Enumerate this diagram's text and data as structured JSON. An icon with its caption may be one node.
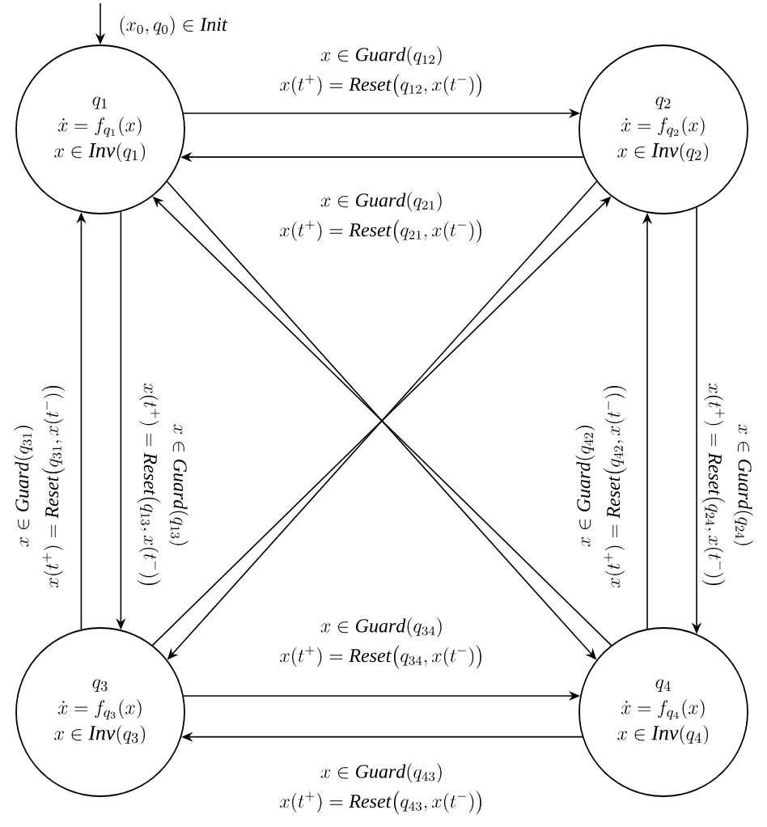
{
  "diagram": {
    "nodes": [
      {
        "text": [
          "q_1",
          "\\dot{x} = f_{q_1}(x)",
          "x \\in \\mathit{Inv}(q_1)"
        ]
      },
      {
        "text": [
          "q_2",
          "\\dot{x} = f_{q_2}(x)",
          "x \\in \\mathit{Inv}(q_2)"
        ]
      },
      {
        "text": [
          "q_3",
          "\\dot{x} = f_{q_3}(x)",
          "x \\in \\mathit{Inv}(q_3)"
        ]
      },
      {
        "text": [
          "q_4",
          "\\dot{x} = f_{q_4}(x)",
          "x \\in \\mathit{Inv}(q_4)"
        ]
      }
    ],
    "edges": [
      {
        "from": null,
        "to": 0,
        "arrow": "to",
        "label": "(x_0, q_0) \\in \\mathit{Init}"
      },
      {
        "from": 0,
        "to": 1,
        "arrow": "to",
        "label": "\\begin{gathered} x \\in \\mathit{Guard}(q_{12}) \\\\ x(t^{+}) = \\mathit{Reset}\\big(q_{12}, x(t^{-})\\big) \\end{gathered}"
      },
      {
        "from": 1,
        "to": 0,
        "arrow": "to",
        "label": "\\begin{gathered} x \\in \\mathit{Guard}(q_{21}) \\\\ x(t^{+}) = \\mathit{Reset}\\big(q_{21}, x(t^{-})\\big) \\end{gathered}"
      },
      {
        "from": 2,
        "to": 0,
        "arrow": "to",
        "label": "\\begin{gathered} x \\in \\mathit{Guard}(q_{31}) \\\\ x(t^{+}) = \\mathit{Reset}\\big(q_{31}, x(t^{-})\\big) \\end{gathered}"
      },
      {
        "from": 0,
        "to": 2,
        "arrow": "to",
        "label": "\\begin{gathered} x \\in \\mathit{Guard}(q_{13}) \\\\ x(t^{+}) = \\mathit{Reset}\\big(q_{13}, x(t^{-})\\big) \\end{gathered}"
      },
      {
        "from": 1,
        "to": 3,
        "arrow": "to",
        "label": "\\begin{gathered} x \\in \\mathit{Guard}(q_{24}) \\\\ x(t^{+}) = \\mathit{Reset}\\big(q_{24}, x(t^{-})\\big) \\end{gathered}"
      },
      {
        "from": 3,
        "to": 1,
        "arrow": "to",
        "label": "\\begin{gathered} x \\in \\mathit{Guard}(q_{42}) \\\\ x(t^{+}) = \\mathit{Reset}\\big(q_{42}, x(t^{-})\\big) \\end{gathered}"
      },
      {
        "from": 2,
        "to": 3,
        "arrow": "to",
        "label": "\\begin{gathered} x \\in \\mathit{Guard}(q_{34}) \\\\ x(t^{+}) = \\mathit{Reset}\\big(q_{34}, x(t^{-})\\big) \\end{gathered}"
      },
      {
        "from": 3,
        "to": 2,
        "arrow": "to",
        "label": "\\begin{gathered} x \\in \\mathit{Guard}(q_{43}) \\\\ x(t^{+}) = \\mathit{Reset}\\big(q_{43}, x(t^{-})\\big) \\end{gathered}"
      },
      {
        "from": 0,
        "to": 3,
        "arrow": "to"
      },
      {
        "from": 3,
        "to": 0,
        "arrow": "to"
      },
      {
        "from": 1,
        "to": 2,
        "arrow": "to"
      },
      {
        "from": 2,
        "to": 1,
        "arrow": "to"
      }
    ]
  }
}
